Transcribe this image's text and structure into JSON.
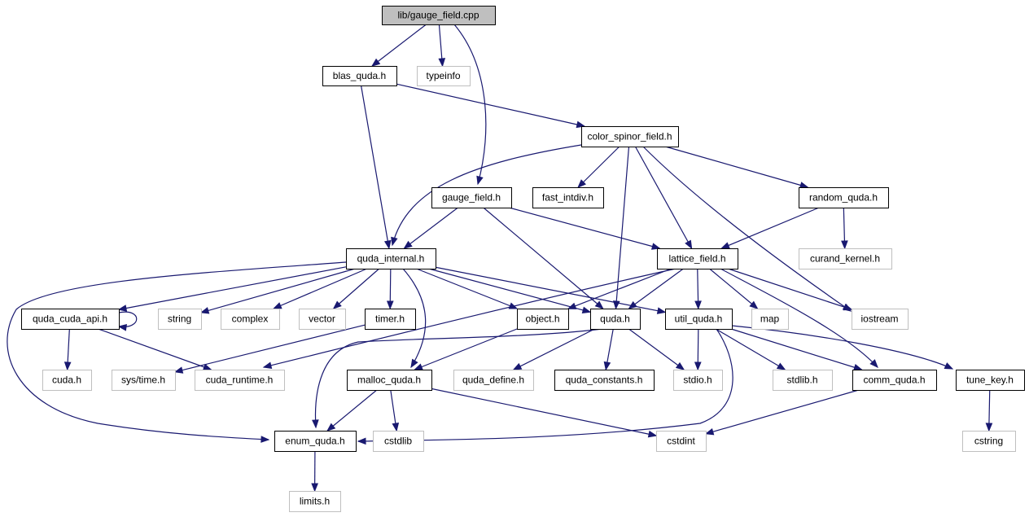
{
  "title": "lib/gauge_field.cpp",
  "colors": {
    "edge": "#191970",
    "root_fill": "#bfbfbf",
    "external_border": "#bfbfbf",
    "documented_border": "#000000"
  },
  "nodes": [
    {
      "id": "gauge_field_cpp",
      "label": "lib/gauge_field.cpp",
      "kind": "root"
    },
    {
      "id": "blas_quda_h",
      "label": "blas_quda.h",
      "kind": "documented"
    },
    {
      "id": "typeinfo",
      "label": "typeinfo",
      "kind": "external"
    },
    {
      "id": "color_spinor_field_h",
      "label": "color_spinor_field.h",
      "kind": "documented"
    },
    {
      "id": "gauge_field_h",
      "label": "gauge_field.h",
      "kind": "documented"
    },
    {
      "id": "fast_intdiv_h",
      "label": "fast_intdiv.h",
      "kind": "documented"
    },
    {
      "id": "random_quda_h",
      "label": "random_quda.h",
      "kind": "documented"
    },
    {
      "id": "quda_internal_h",
      "label": "quda_internal.h",
      "kind": "documented"
    },
    {
      "id": "lattice_field_h",
      "label": "lattice_field.h",
      "kind": "documented"
    },
    {
      "id": "curand_kernel_h",
      "label": "curand_kernel.h",
      "kind": "external"
    },
    {
      "id": "quda_cuda_api_h",
      "label": "quda_cuda_api.h",
      "kind": "documented"
    },
    {
      "id": "string",
      "label": "string",
      "kind": "external"
    },
    {
      "id": "complex",
      "label": "complex",
      "kind": "external"
    },
    {
      "id": "vector",
      "label": "vector",
      "kind": "external"
    },
    {
      "id": "timer_h",
      "label": "timer.h",
      "kind": "documented"
    },
    {
      "id": "object_h",
      "label": "object.h",
      "kind": "documented"
    },
    {
      "id": "quda_h",
      "label": "quda.h",
      "kind": "documented"
    },
    {
      "id": "util_quda_h",
      "label": "util_quda.h",
      "kind": "documented"
    },
    {
      "id": "map",
      "label": "map",
      "kind": "external"
    },
    {
      "id": "iostream",
      "label": "iostream",
      "kind": "external"
    },
    {
      "id": "cuda_h",
      "label": "cuda.h",
      "kind": "external"
    },
    {
      "id": "sys_time_h",
      "label": "sys/time.h",
      "kind": "external"
    },
    {
      "id": "cuda_runtime_h",
      "label": "cuda_runtime.h",
      "kind": "external"
    },
    {
      "id": "malloc_quda_h",
      "label": "malloc_quda.h",
      "kind": "documented"
    },
    {
      "id": "quda_define_h",
      "label": "quda_define.h",
      "kind": "external"
    },
    {
      "id": "quda_constants_h",
      "label": "quda_constants.h",
      "kind": "documented"
    },
    {
      "id": "stdio_h",
      "label": "stdio.h",
      "kind": "external"
    },
    {
      "id": "stdlib_h",
      "label": "stdlib.h",
      "kind": "external"
    },
    {
      "id": "comm_quda_h",
      "label": "comm_quda.h",
      "kind": "documented"
    },
    {
      "id": "tune_key_h",
      "label": "tune_key.h",
      "kind": "documented"
    },
    {
      "id": "enum_quda_h",
      "label": "enum_quda.h",
      "kind": "documented"
    },
    {
      "id": "cstdlib",
      "label": "cstdlib",
      "kind": "external"
    },
    {
      "id": "cstdint",
      "label": "cstdint",
      "kind": "external"
    },
    {
      "id": "cstring",
      "label": "cstring",
      "kind": "external"
    },
    {
      "id": "limits_h",
      "label": "limits.h",
      "kind": "external"
    }
  ],
  "edges": [
    [
      "gauge_field_cpp",
      "blas_quda_h"
    ],
    [
      "gauge_field_cpp",
      "typeinfo"
    ],
    [
      "gauge_field_cpp",
      "gauge_field_h"
    ],
    [
      "blas_quda_h",
      "quda_internal_h"
    ],
    [
      "blas_quda_h",
      "color_spinor_field_h"
    ],
    [
      "color_spinor_field_h",
      "quda_internal_h"
    ],
    [
      "color_spinor_field_h",
      "fast_intdiv_h"
    ],
    [
      "color_spinor_field_h",
      "random_quda_h"
    ],
    [
      "color_spinor_field_h",
      "quda_h"
    ],
    [
      "color_spinor_field_h",
      "lattice_field_h"
    ],
    [
      "color_spinor_field_h",
      "iostream"
    ],
    [
      "random_quda_h",
      "lattice_field_h"
    ],
    [
      "random_quda_h",
      "curand_kernel_h"
    ],
    [
      "gauge_field_h",
      "quda_internal_h"
    ],
    [
      "gauge_field_h",
      "lattice_field_h"
    ],
    [
      "gauge_field_h",
      "quda_h"
    ],
    [
      "quda_internal_h",
      "enum_quda_h"
    ],
    [
      "quda_internal_h",
      "quda_cuda_api_h"
    ],
    [
      "quda_internal_h",
      "string"
    ],
    [
      "quda_internal_h",
      "complex"
    ],
    [
      "quda_internal_h",
      "vector"
    ],
    [
      "quda_internal_h",
      "timer_h"
    ],
    [
      "quda_internal_h",
      "malloc_quda_h"
    ],
    [
      "quda_internal_h",
      "object_h"
    ],
    [
      "quda_internal_h",
      "quda_h"
    ],
    [
      "quda_internal_h",
      "util_quda_h"
    ],
    [
      "lattice_field_h",
      "cuda_runtime_h"
    ],
    [
      "lattice_field_h",
      "object_h"
    ],
    [
      "lattice_field_h",
      "quda_h"
    ],
    [
      "lattice_field_h",
      "util_quda_h"
    ],
    [
      "lattice_field_h",
      "map"
    ],
    [
      "lattice_field_h",
      "iostream"
    ],
    [
      "lattice_field_h",
      "comm_quda_h"
    ],
    [
      "quda_cuda_api_h",
      "quda_cuda_api_h"
    ],
    [
      "quda_cuda_api_h",
      "cuda_h"
    ],
    [
      "quda_cuda_api_h",
      "cuda_runtime_h"
    ],
    [
      "timer_h",
      "sys_time_h"
    ],
    [
      "object_h",
      "malloc_quda_h"
    ],
    [
      "quda_h",
      "enum_quda_h"
    ],
    [
      "quda_h",
      "quda_define_h"
    ],
    [
      "quda_h",
      "quda_constants_h"
    ],
    [
      "quda_h",
      "stdio_h"
    ],
    [
      "util_quda_h",
      "stdio_h"
    ],
    [
      "util_quda_h",
      "stdlib_h"
    ],
    [
      "util_quda_h",
      "comm_quda_h"
    ],
    [
      "util_quda_h",
      "tune_key_h"
    ],
    [
      "util_quda_h",
      "enum_quda_h"
    ],
    [
      "malloc_quda_h",
      "enum_quda_h"
    ],
    [
      "malloc_quda_h",
      "cstdlib"
    ],
    [
      "malloc_quda_h",
      "cstdint"
    ],
    [
      "comm_quda_h",
      "cstdint"
    ],
    [
      "tune_key_h",
      "cstring"
    ],
    [
      "enum_quda_h",
      "limits_h"
    ]
  ]
}
